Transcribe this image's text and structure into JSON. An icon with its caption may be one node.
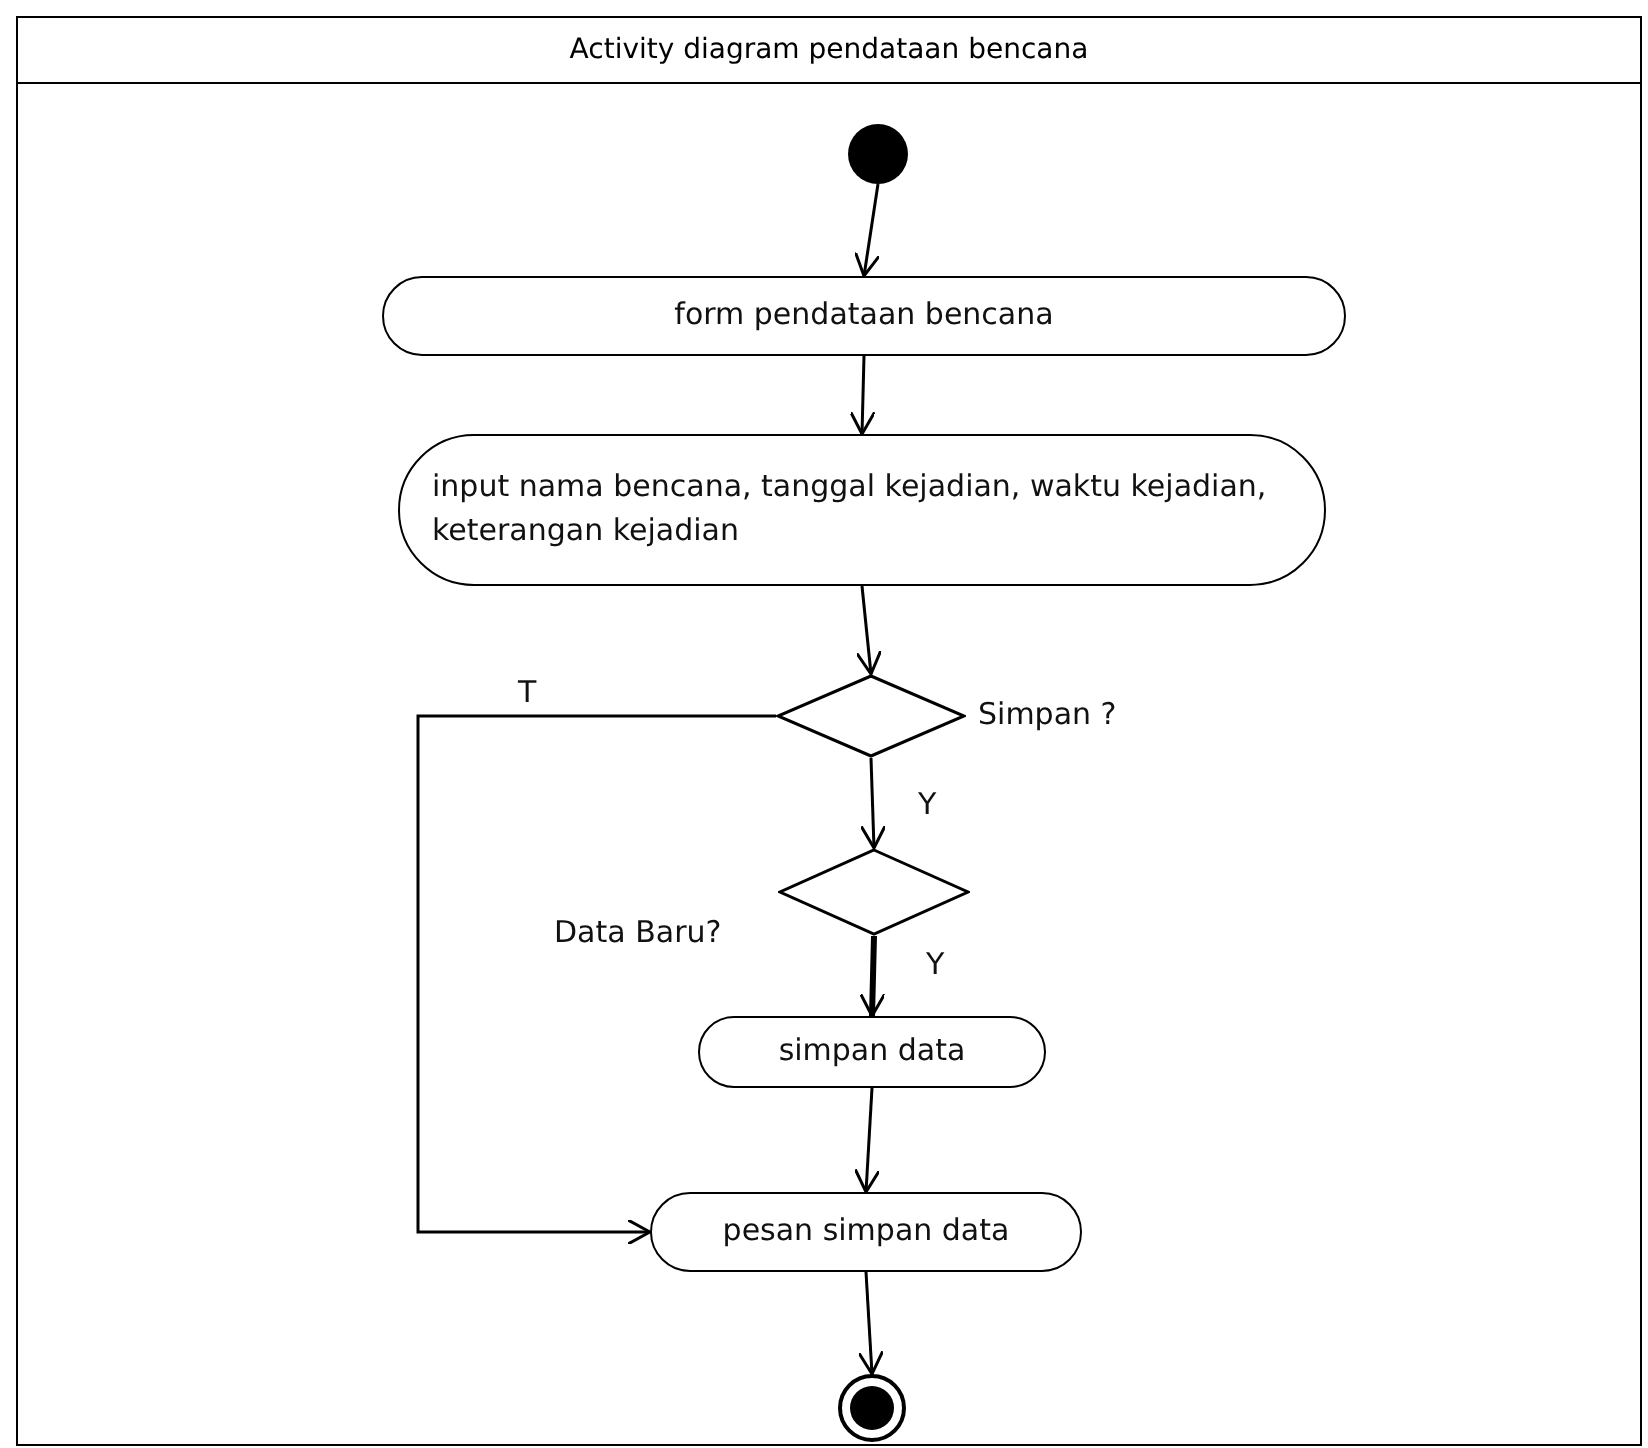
{
  "diagram": {
    "nodes": [
      {
        "text": [
          "Activity diagram pendataan bencana"
        ]
      },
      {
        "text": [],
        "shape": "circle",
        "in": 0
      },
      {
        "text": [
          "form pendataan bencana"
        ],
        "in": 0
      },
      {
        "text": [
          "input nama bencana, tanggal kejadian, waktu kejadian, keterangan kejadian"
        ],
        "in": 0
      },
      {
        "text": [],
        "shape": "diamond",
        "beside": [
          "Simpan ?"
        ],
        "in": 0
      },
      {
        "text": [],
        "shape": "diamond",
        "beside": [
          "Data Baru?"
        ],
        "in": 0
      },
      {
        "text": [
          "simpan data"
        ],
        "in": 0
      },
      {
        "text": [
          "pesan simpan data"
        ],
        "in": 0
      },
      {
        "text": [],
        "shape": "circle",
        "in": 0
      }
    ],
    "edges": [
      {
        "from": 1,
        "to": 2,
        "arrow": "to"
      },
      {
        "from": 2,
        "to": 3,
        "arrow": "to"
      },
      {
        "from": 3,
        "to": 4,
        "arrow": "to"
      },
      {
        "from": 4,
        "to": 5,
        "arrow": "to",
        "label": "Y"
      },
      {
        "from": 5,
        "to": 6,
        "arrow": "to",
        "label": "Y",
        "style": "thick"
      },
      {
        "from": 6,
        "to": 7,
        "arrow": "to"
      },
      {
        "from": 4,
        "to": 7,
        "arrow": "to",
        "label": "T"
      },
      {
        "from": 7,
        "to": 8,
        "arrow": "to"
      }
    ]
  }
}
